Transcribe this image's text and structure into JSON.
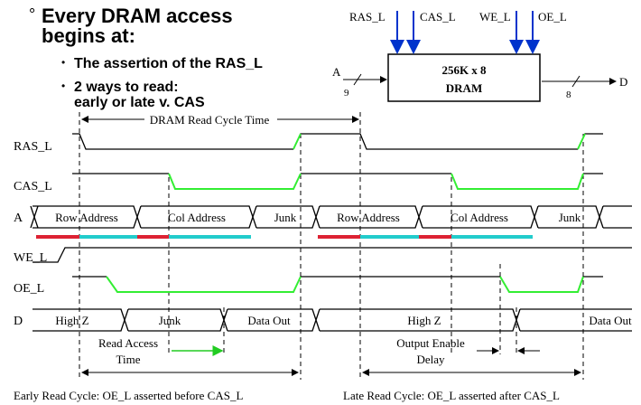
{
  "heading": {
    "bullet": "°",
    "line1": "Every DRAM access",
    "line2": "begins at:",
    "sub_bullet": "•",
    "item1": "The assertion of the RAS_L",
    "item2_line1": "2 ways to read:",
    "item2_line2": "early or late v. CAS"
  },
  "dram_block": {
    "line1": "256K x 8",
    "line2": "DRAM",
    "pins": [
      "RAS_L",
      "CAS_L",
      "WE_L",
      "OE_L"
    ],
    "addr_label": "A",
    "addr_width": "9",
    "data_label": "D",
    "data_width": "8"
  },
  "timing": {
    "cycle_label": "DRAM Read Cycle Time",
    "signals": [
      "RAS_L",
      "CAS_L",
      "A",
      "WE_L",
      "OE_L",
      "D"
    ],
    "addr_fields": [
      "Row Address",
      "Col Address",
      "Junk",
      "Row Address",
      "Col Address",
      "Junk"
    ],
    "data_fields": [
      "High Z",
      "Junk",
      "Data Out",
      "High Z",
      "Data Out"
    ],
    "read_access_line1": "Read Access",
    "read_access_line2": "Time",
    "output_enable_line1": "Output Enable",
    "output_enable_line2": "Delay",
    "early_caption": "Early Read Cycle: OE_L asserted before CAS_L",
    "late_caption": "Late Read Cycle: OE_L asserted after CAS_L"
  },
  "colors": {
    "wire": "#0033cc",
    "highlight": "#33ee33",
    "row": "#dd2233",
    "col": "#22cccc"
  }
}
